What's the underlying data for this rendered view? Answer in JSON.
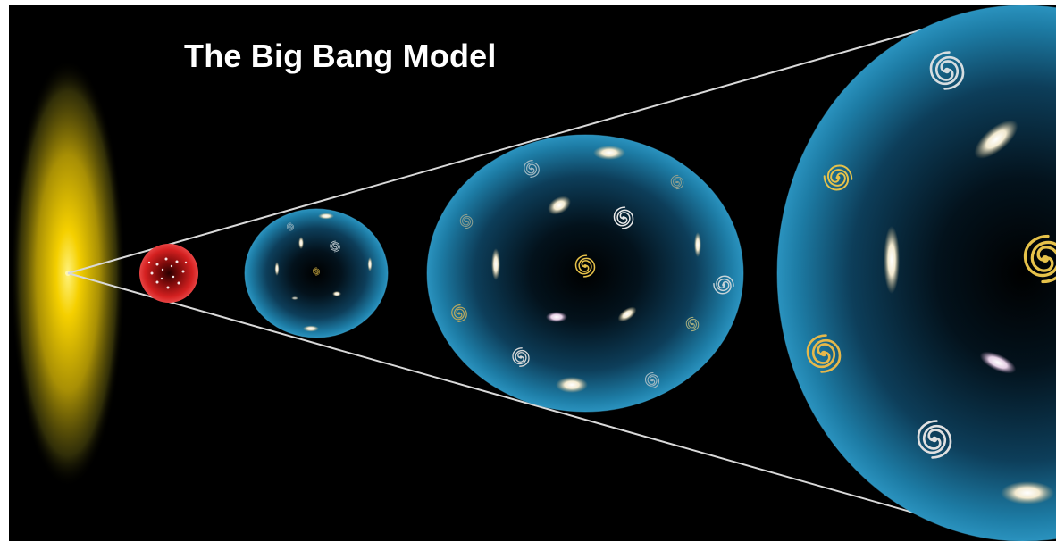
{
  "title": "The Big Bang Model",
  "colors": {
    "background": "#000000",
    "frame": "#ffffff",
    "title_text": "#ffffff",
    "cone_lines": "#d9d9d9",
    "big_bang_glow": "#f5d000",
    "early_universe": "#c81e1e",
    "universe_sphere": "#1a6f96",
    "galaxy_gold": "#e6c24a",
    "galaxy_white": "#f2f2f2"
  },
  "elements": {
    "big_bang_origin": "big-bang-glow",
    "stages": [
      {
        "name": "early-universe-stage",
        "color": "red"
      },
      {
        "name": "expanding-universe-stage-small",
        "color": "blue"
      },
      {
        "name": "expanding-universe-stage-medium",
        "color": "blue"
      },
      {
        "name": "expanding-universe-stage-large",
        "color": "blue"
      }
    ],
    "galaxy_icons": [
      "spiral-galaxy-icon",
      "elliptical-galaxy-icon"
    ]
  }
}
